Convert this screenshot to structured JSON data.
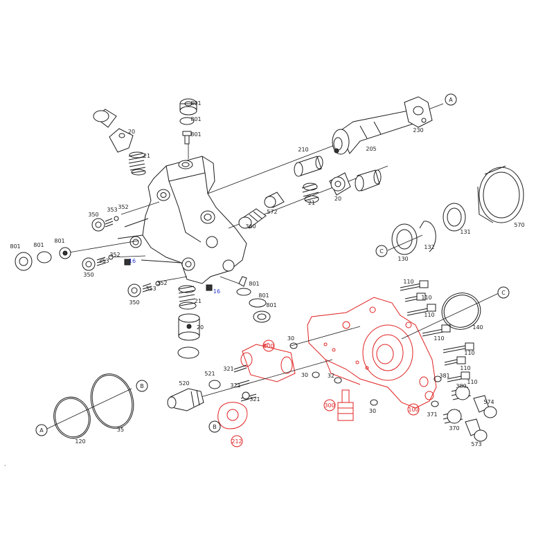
{
  "callouts": {
    "a_top": "A",
    "a_bottom": "A",
    "b_mid": "B",
    "b_bottom": "B",
    "c_left": "C",
    "c_right": "C"
  },
  "parts": [
    {
      "id": "p801a",
      "text": "801",
      "color": "black"
    },
    {
      "id": "p801b",
      "text": "801",
      "color": "black"
    },
    {
      "id": "p801c",
      "text": "801",
      "color": "black"
    },
    {
      "id": "p20a",
      "text": "20",
      "color": "black"
    },
    {
      "id": "p21a",
      "text": "21",
      "color": "black"
    },
    {
      "id": "p210",
      "text": "210",
      "color": "black"
    },
    {
      "id": "p205",
      "text": "205",
      "color": "black"
    },
    {
      "id": "p230",
      "text": "230",
      "color": "black"
    },
    {
      "id": "p352a",
      "text": "352",
      "color": "black"
    },
    {
      "id": "p353a",
      "text": "353",
      "color": "black"
    },
    {
      "id": "p350a",
      "text": "350",
      "color": "black"
    },
    {
      "id": "p572",
      "text": "572",
      "color": "black"
    },
    {
      "id": "p21b",
      "text": "21",
      "color": "black"
    },
    {
      "id": "p20b",
      "text": "20",
      "color": "black"
    },
    {
      "id": "p360",
      "text": "360",
      "color": "black"
    },
    {
      "id": "p801d",
      "text": "801",
      "color": "black"
    },
    {
      "id": "p801e",
      "text": "801",
      "color": "black"
    },
    {
      "id": "p801f",
      "text": "801",
      "color": "black"
    },
    {
      "id": "p352b",
      "text": "352",
      "color": "black"
    },
    {
      "id": "p353b",
      "text": "353",
      "color": "black"
    },
    {
      "id": "p16a",
      "text": "16",
      "color": "blue"
    },
    {
      "id": "p350b",
      "text": "350",
      "color": "black"
    },
    {
      "id": "p352c",
      "text": "352",
      "color": "black"
    },
    {
      "id": "p353c",
      "text": "353",
      "color": "black"
    },
    {
      "id": "p350c",
      "text": "350",
      "color": "black"
    },
    {
      "id": "p21c",
      "text": "21",
      "color": "black"
    },
    {
      "id": "p16b",
      "text": "16",
      "color": "blue"
    },
    {
      "id": "p801g",
      "text": "801",
      "color": "black"
    },
    {
      "id": "p801h",
      "text": "801",
      "color": "black"
    },
    {
      "id": "p801i",
      "text": "801",
      "color": "black"
    },
    {
      "id": "p20c",
      "text": "20",
      "color": "black"
    },
    {
      "id": "p131",
      "text": "131",
      "color": "black"
    },
    {
      "id": "p570",
      "text": "570",
      "color": "black"
    },
    {
      "id": "p132",
      "text": "132",
      "color": "black"
    },
    {
      "id": "p130",
      "text": "130",
      "color": "black"
    },
    {
      "id": "p110a",
      "text": "110",
      "color": "black"
    },
    {
      "id": "p110b",
      "text": "110",
      "color": "black"
    },
    {
      "id": "p110c",
      "text": "110",
      "color": "black"
    },
    {
      "id": "p110d",
      "text": "110",
      "color": "black"
    },
    {
      "id": "p110e",
      "text": "110",
      "color": "black"
    },
    {
      "id": "p110f",
      "text": "110",
      "color": "black"
    },
    {
      "id": "p110g",
      "text": "110",
      "color": "black"
    },
    {
      "id": "p140",
      "text": "140",
      "color": "black"
    },
    {
      "id": "p800",
      "text": "800",
      "color": "red"
    },
    {
      "id": "p30a",
      "text": "30",
      "color": "black"
    },
    {
      "id": "p321a",
      "text": "321",
      "color": "black"
    },
    {
      "id": "p521",
      "text": "521",
      "color": "black"
    },
    {
      "id": "p321b",
      "text": "321",
      "color": "black"
    },
    {
      "id": "p30b",
      "text": "30",
      "color": "black"
    },
    {
      "id": "p32",
      "text": "32",
      "color": "black"
    },
    {
      "id": "p520",
      "text": "520",
      "color": "black"
    },
    {
      "id": "p321c",
      "text": "321",
      "color": "black"
    },
    {
      "id": "p300",
      "text": "300",
      "color": "red"
    },
    {
      "id": "p30c",
      "text": "30",
      "color": "black"
    },
    {
      "id": "p100",
      "text": "100",
      "color": "red"
    },
    {
      "id": "p381",
      "text": "381",
      "color": "black"
    },
    {
      "id": "p380",
      "text": "380",
      "color": "black"
    },
    {
      "id": "p574",
      "text": "574",
      "color": "black"
    },
    {
      "id": "p371",
      "text": "371",
      "color": "black"
    },
    {
      "id": "p370",
      "text": "370",
      "color": "black"
    },
    {
      "id": "p573",
      "text": "573",
      "color": "black"
    },
    {
      "id": "p212",
      "text": "212",
      "color": "red"
    },
    {
      "id": "p120",
      "text": "120",
      "color": "black"
    },
    {
      "id": "p35",
      "text": "35",
      "color": "black"
    }
  ]
}
